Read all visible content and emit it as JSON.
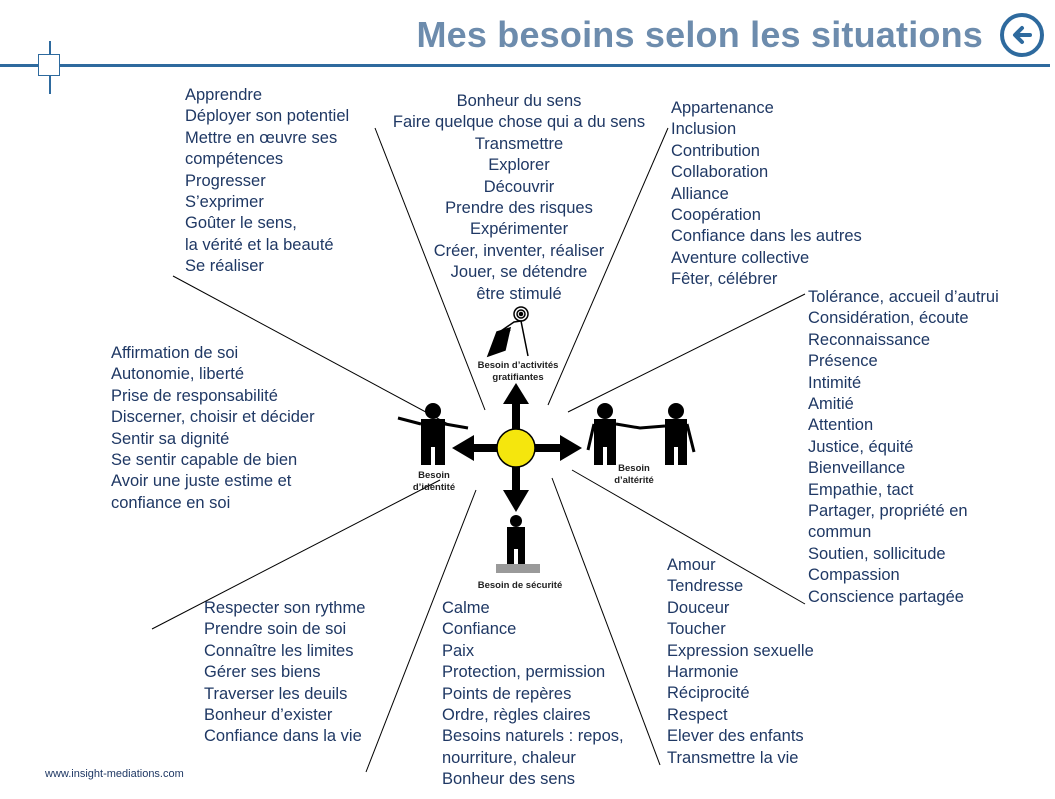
{
  "title": "Mes besoins selon les situations",
  "footer": "www.insight-mediations.com",
  "icons": {
    "back": "circle-arrow-left-icon"
  },
  "colors": {
    "title": "#6d8cad",
    "accent": "#2e6a9e",
    "text": "#1f3864",
    "center": "#f5e60d"
  },
  "diagram": {
    "labels": {
      "activites": [
        "Besoin d’activités",
        "gratifiantes"
      ],
      "identite": [
        "Besoin",
        "d’identité"
      ],
      "alterite": [
        "Besoin",
        "d’altérité"
      ],
      "securite": "Besoin de sécurité"
    }
  },
  "lists": {
    "top_left": [
      "Apprendre",
      "Déployer son potentiel",
      "Mettre en œuvre ses",
      "compétences",
      "Progresser",
      "S’exprimer",
      "Goûter le sens,",
      "la vérité et la beauté",
      "Se réaliser"
    ],
    "top_center": [
      "Bonheur du sens",
      "Faire quelque chose qui a du sens",
      "Transmettre",
      "Explorer",
      "Découvrir",
      "Prendre des risques",
      "Expérimenter",
      "Créer, inventer, réaliser",
      "Jouer, se détendre",
      "être stimulé"
    ],
    "top_right": [
      "Appartenance",
      "Inclusion",
      "Contribution",
      "Collaboration",
      "Alliance",
      "Coopération",
      "Confiance dans les autres",
      "Aventure collective",
      "Fêter, célébrer"
    ],
    "right": [
      "Tolérance, accueil d’autrui",
      "Considération, écoute",
      "Reconnaissance",
      "Présence",
      "Intimité",
      "Amitié",
      "Attention",
      "Justice, équité",
      "Bienveillance",
      "Empathie, tact",
      "Partager, propriété en",
      "commun",
      "Soutien, sollicitude",
      "Compassion",
      "Conscience partagée"
    ],
    "left": [
      "Affirmation de soi",
      "Autonomie, liberté",
      "Prise de responsabilité",
      "Discerner, choisir et décider",
      "Sentir sa dignité",
      "Se sentir capable de bien",
      "Avoir une juste estime et",
      "confiance en soi"
    ],
    "bottom_left": [
      "Respecter son rythme",
      "Prendre soin de soi",
      "Connaître les limites",
      "Gérer ses biens",
      "Traverser les deuils",
      "Bonheur d’exister",
      "Confiance dans la vie"
    ],
    "bottom_center": [
      "Calme",
      "Confiance",
      "Paix",
      "Protection, permission",
      "Points de repères",
      "Ordre, règles claires",
      "Besoins naturels : repos,",
      "nourriture, chaleur",
      "Bonheur des sens"
    ],
    "bottom_right": [
      "Amour",
      "Tendresse",
      "Douceur",
      "Toucher",
      "Expression sexuelle",
      "Harmonie",
      "Réciprocité",
      "Respect",
      "Elever des enfants",
      "Transmettre la vie"
    ]
  }
}
